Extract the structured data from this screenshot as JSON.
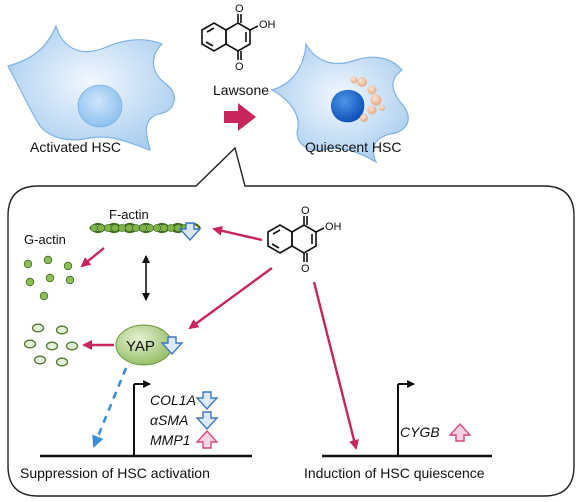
{
  "top": {
    "activated_label": "Activated HSC",
    "compound_label": "Lawsone",
    "quiescent_label": "Quiescent HSC",
    "hydroxyl_top": "OH",
    "o_top_upper": "O",
    "o_top_lower": "O"
  },
  "inset": {
    "f_actin_label": "F-actin",
    "g_actin_label": "G-actin",
    "yap_label": "YAP",
    "hydroxyl": "OH",
    "o_upper": "O",
    "o_lower": "O",
    "genes": [
      "COL1A",
      "αSMA",
      "MMP1"
    ],
    "cygb_label": "CYGB",
    "suppression_label": "Suppression of HSC activation",
    "induction_label": "Induction of HSC quiescence"
  },
  "colors": {
    "cell_fill": "#cfe4f7",
    "nucleus_activated": "#9ccaf0",
    "nucleus_quiescent": "#1f6fd6",
    "lipid_droplet": "#f1c7a8",
    "arrow_red": "#c8265a",
    "down_arrow": "#3b78c4",
    "up_arrow": "#d6477f",
    "fiber_green": "#5f9433",
    "yap_green": "#b5d48d",
    "dashed_blue": "#3a8fd6"
  }
}
